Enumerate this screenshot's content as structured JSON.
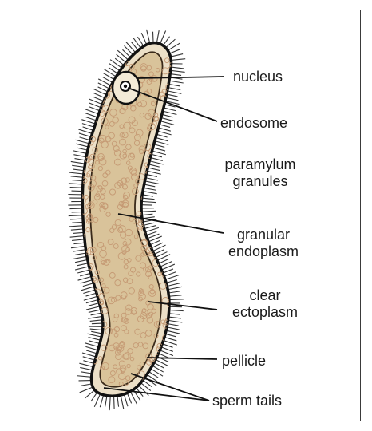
{
  "labels": {
    "nucleus": "nucleus",
    "endosome": "endosome",
    "paramylum_line1": "paramylum",
    "paramylum_line2": "granules",
    "granular_line1": "granular",
    "granular_line2": "endoplasm",
    "clear_line1": "clear",
    "clear_line2": "ectoplasm",
    "pellicle": "pellicle",
    "sperm_tails": "sperm tails"
  },
  "colors": {
    "cytoplasm": "#d9c39a",
    "granules": "#c59a74",
    "outline": "#111111",
    "cilia": "#333333",
    "frame_border": "#3a3a3a"
  }
}
